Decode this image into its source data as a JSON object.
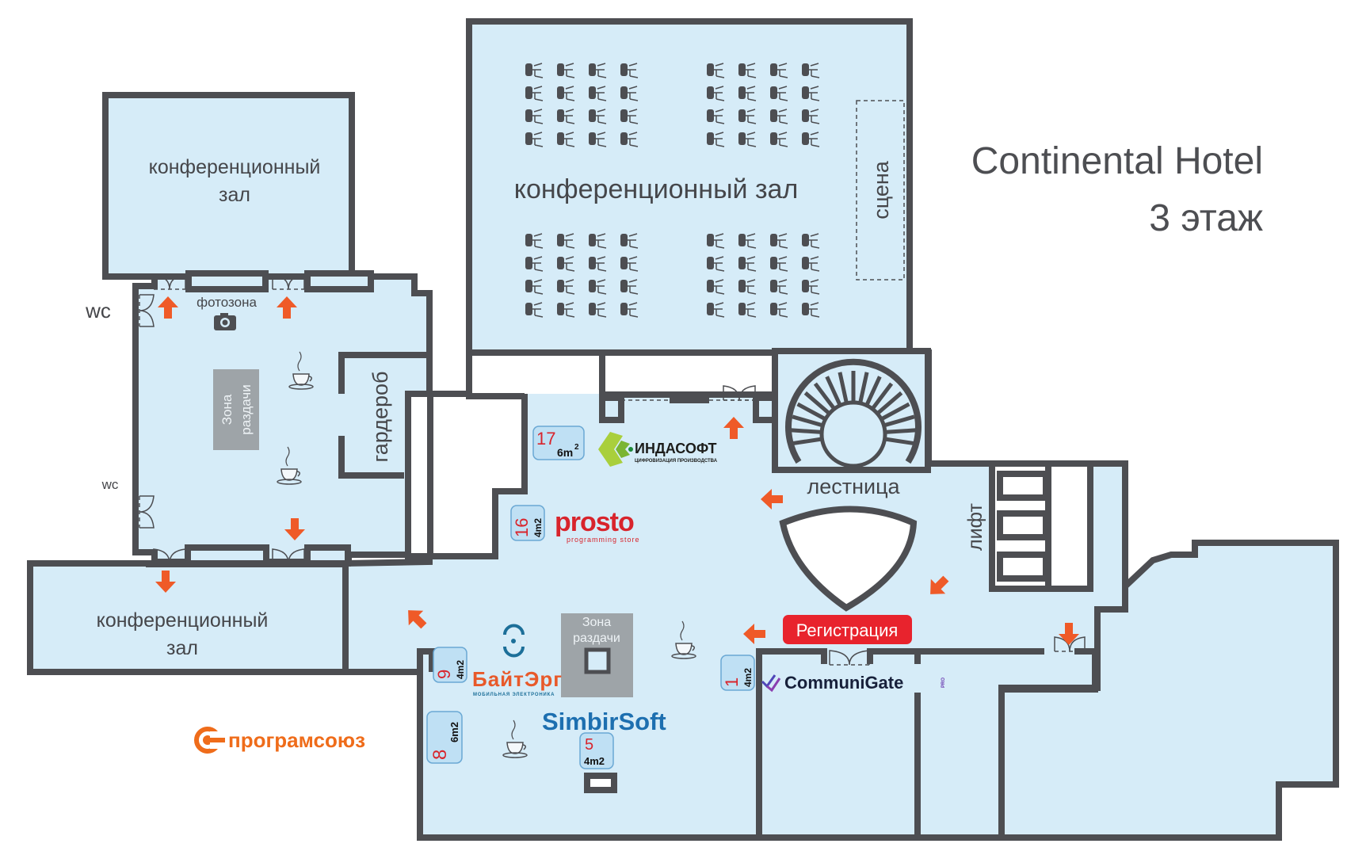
{
  "header": {
    "title": "Continental Hotel",
    "floor": "3 этаж"
  },
  "rooms": {
    "conf_top_left": [
      "конференционный",
      "зал"
    ],
    "conf_main": "конференционный зал",
    "stage": "сцена",
    "conf_bottom_left": [
      "конференционный",
      "зал"
    ],
    "photo_zone": "фотозона",
    "serving_zone_left": [
      "Зона",
      "раздачи"
    ],
    "serving_zone_center": [
      "Зона",
      "раздачи"
    ],
    "wardrobe": "гардероб",
    "stairs": "лестница",
    "elevator": "лифт",
    "wc_top": "wc",
    "wc_bottom": "wc"
  },
  "registration": {
    "label": "Регистрация",
    "color": "#e8232d"
  },
  "booths": [
    {
      "number": "17",
      "size": "6m",
      "sup": "2",
      "sponsor": "ИНДАСОФТ",
      "tagline": "ЦИФРОВИЗАЦИЯ ПРОИЗВОДСТВА"
    },
    {
      "number": "16",
      "size": "4m2",
      "sponsor": "prosto",
      "tagline": "programming store"
    },
    {
      "number": "9",
      "size": "4m2",
      "sponsor": "БайтЭрг",
      "tagline": "МОБИЛЬНАЯ ЭЛЕКТРОНИКА"
    },
    {
      "number": "8",
      "size": "6m2",
      "sponsor": "програмсоюз"
    },
    {
      "number": "5",
      "size": "4m2",
      "sponsor": "SimbirSoft"
    },
    {
      "number": "1",
      "size": "4m2",
      "sponsor": "CommuniGate",
      "tagline": "PRO"
    }
  ],
  "colors": {
    "floor": "#d6ecf8",
    "wall": "#4d4e52",
    "arrow": "#ef5a28",
    "booth": "#bfe0f4"
  },
  "icons": [
    "camera-icon",
    "coffee-icon",
    "arrow-icon",
    "chair-icon",
    "door-icon"
  ]
}
